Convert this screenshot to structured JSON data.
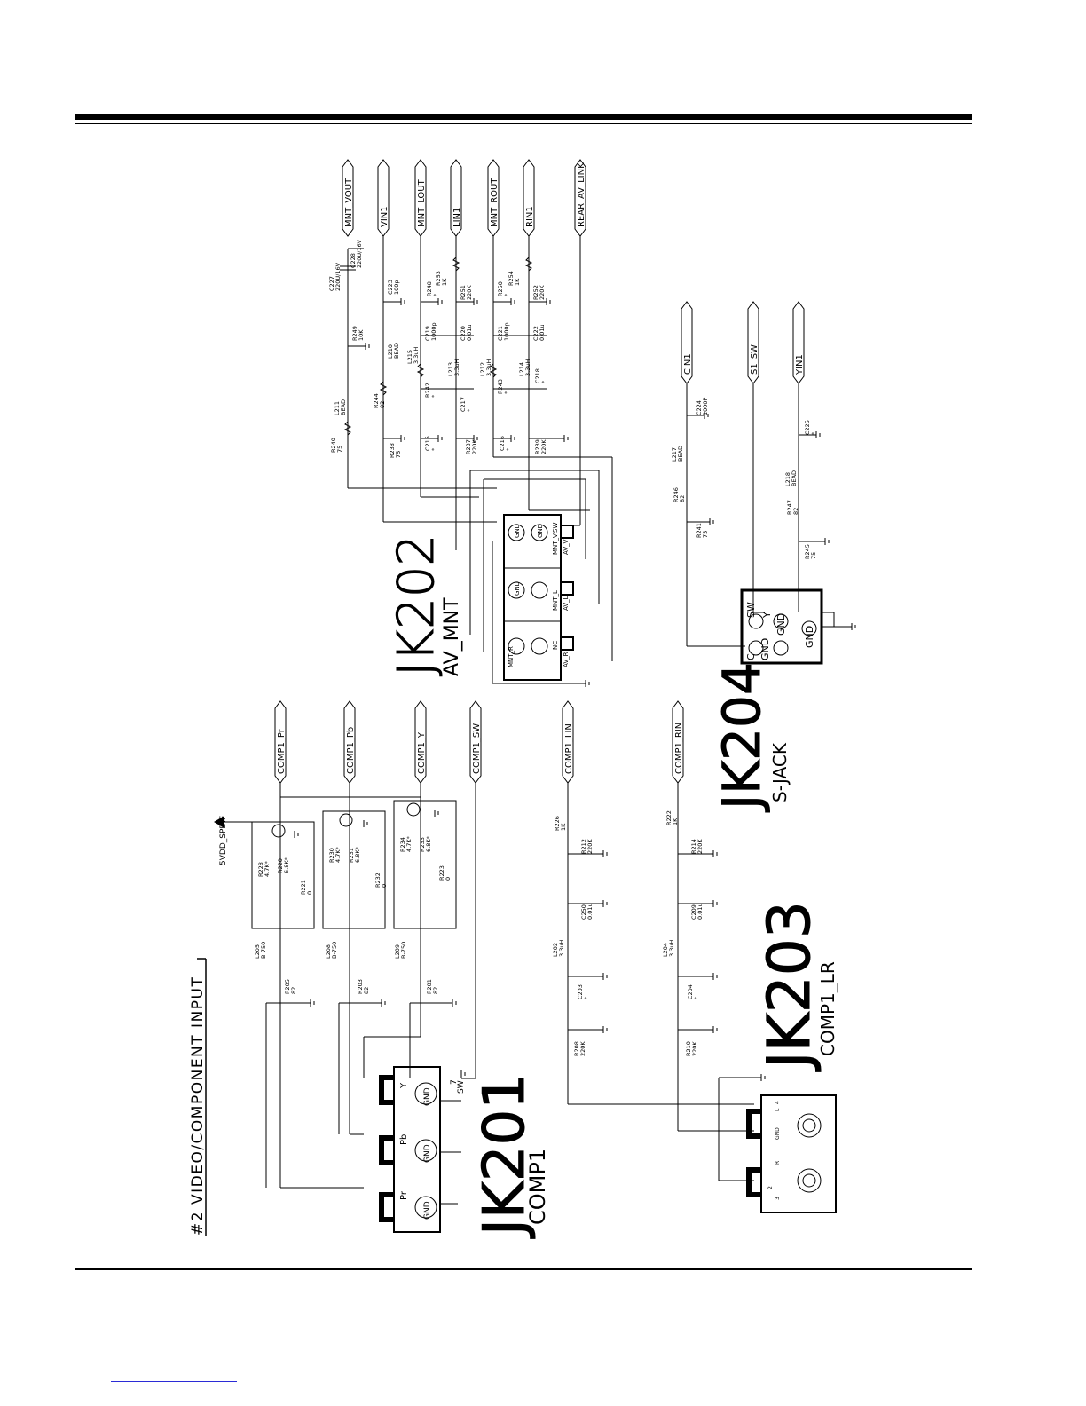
{
  "section_title": "#2 VIDEO/COMPONENT INPUT",
  "power": {
    "label": "5VDD_SPDIF"
  },
  "blocks": {
    "jk202": {
      "ref": "JK202",
      "name": "AV_MNT",
      "pins": [
        "MNT_V",
        "AV_V",
        "MNT_L",
        "AV_L",
        "MNT_R",
        "AV_R",
        "GND",
        "GND",
        "GND",
        "SW",
        "NC"
      ]
    },
    "jk201": {
      "ref": "JK201",
      "name": "COMP1",
      "pins": [
        "GND",
        "GND",
        "GND",
        "Pr",
        "Pb",
        "Y",
        "SW",
        "7"
      ]
    },
    "jk203": {
      "ref": "JK203",
      "name": "COMP1_LR",
      "pins": [
        "L",
        "R",
        "GND",
        "2",
        "3",
        "4"
      ]
    },
    "jk204": {
      "ref": "JK204",
      "name": "S-JACK",
      "pins": [
        "SW",
        "Y",
        "C",
        "GND",
        "GND",
        "GND"
      ]
    }
  },
  "ports_top": [
    "MNT_VOUT",
    "VIN1",
    "MNT_LOUT",
    "LIN1",
    "MNT_ROUT",
    "RIN1",
    "REAR_AV_LINK"
  ],
  "ports_comp": [
    "COMP1_Pr",
    "COMP1_Pb",
    "COMP1_Y",
    "COMP1_SW"
  ],
  "ports_audio": [
    "COMP1_LIN",
    "COMP1_RIN"
  ],
  "ports_sjack": [
    "CIN1",
    "S1_SW",
    "YIN1"
  ],
  "parts_av": [
    {
      "ref": "C227",
      "val": "220U/16V"
    },
    {
      "ref": "C228",
      "val": "220U/16V"
    },
    {
      "ref": "R249",
      "val": "10K"
    },
    {
      "ref": "C223",
      "val": "100p"
    },
    {
      "ref": "L211",
      "val": "BEAD"
    },
    {
      "ref": "L210",
      "val": "BEAD"
    },
    {
      "ref": "R240",
      "val": "75"
    },
    {
      "ref": "R244",
      "val": "82"
    },
    {
      "ref": "R238",
      "val": "75"
    },
    {
      "ref": "R248",
      "val": "*"
    },
    {
      "ref": "R253",
      "val": "1K"
    },
    {
      "ref": "R251",
      "val": "220K"
    },
    {
      "ref": "C219",
      "val": "1000p"
    },
    {
      "ref": "C220",
      "val": "0.01u"
    },
    {
      "ref": "L215",
      "val": "3.3uH"
    },
    {
      "ref": "L213",
      "val": "3.3uH"
    },
    {
      "ref": "R242",
      "val": "*"
    },
    {
      "ref": "C217",
      "val": "*"
    },
    {
      "ref": "C215",
      "val": "*"
    },
    {
      "ref": "R237",
      "val": "220K"
    },
    {
      "ref": "R250",
      "val": "*"
    },
    {
      "ref": "R254",
      "val": "1K"
    },
    {
      "ref": "R252",
      "val": "220K"
    },
    {
      "ref": "C221",
      "val": "1000p"
    },
    {
      "ref": "C222",
      "val": "0.01u"
    },
    {
      "ref": "L212",
      "val": "3.3uH"
    },
    {
      "ref": "L214",
      "val": "3.3uH"
    },
    {
      "ref": "R243",
      "val": "*"
    },
    {
      "ref": "C218",
      "val": "*"
    },
    {
      "ref": "C216",
      "val": "*"
    },
    {
      "ref": "R239",
      "val": "220K"
    }
  ],
  "parts_sjack": [
    {
      "ref": "C224",
      "val": "1000P"
    },
    {
      "ref": "L217",
      "val": "BEAD"
    },
    {
      "ref": "R246",
      "val": "82"
    },
    {
      "ref": "R241",
      "val": "75"
    },
    {
      "ref": "C225",
      "val": "*"
    },
    {
      "ref": "L218",
      "val": "BEAD"
    },
    {
      "ref": "R247",
      "val": "82"
    },
    {
      "ref": "R245",
      "val": "75"
    }
  ],
  "parts_comp": [
    {
      "ref": "R228",
      "val": "4.7K*"
    },
    {
      "ref": "R220",
      "val": "6.8K*"
    },
    {
      "ref": "R221",
      "val": "0"
    },
    {
      "ref": "R230",
      "val": "4.7K*"
    },
    {
      "ref": "R231",
      "val": "6.8K*"
    },
    {
      "ref": "R232",
      "val": "0"
    },
    {
      "ref": "R234",
      "val": "4.7K*"
    },
    {
      "ref": "R233",
      "val": "6.8K*"
    },
    {
      "ref": "R223",
      "val": "0"
    },
    {
      "ref": "L205",
      "val": "B-750"
    },
    {
      "ref": "L208",
      "val": "B-750"
    },
    {
      "ref": "L209",
      "val": "B-750"
    },
    {
      "ref": "R205",
      "val": "82"
    },
    {
      "ref": "R203",
      "val": "82"
    },
    {
      "ref": "R201",
      "val": "82"
    }
  ],
  "parts_audio": [
    {
      "ref": "R226",
      "val": "1K"
    },
    {
      "ref": "R212",
      "val": "220K"
    },
    {
      "ref": "C250",
      "val": "0.01u"
    },
    {
      "ref": "L202",
      "val": "3.3uH"
    },
    {
      "ref": "C203",
      "val": "*"
    },
    {
      "ref": "R208",
      "val": "220K"
    },
    {
      "ref": "R222",
      "val": "1K"
    },
    {
      "ref": "R214",
      "val": "220K"
    },
    {
      "ref": "C209",
      "val": "0.01u"
    },
    {
      "ref": "L204",
      "val": "3.3uH"
    },
    {
      "ref": "C204",
      "val": "*"
    },
    {
      "ref": "R210",
      "val": "220K"
    }
  ]
}
